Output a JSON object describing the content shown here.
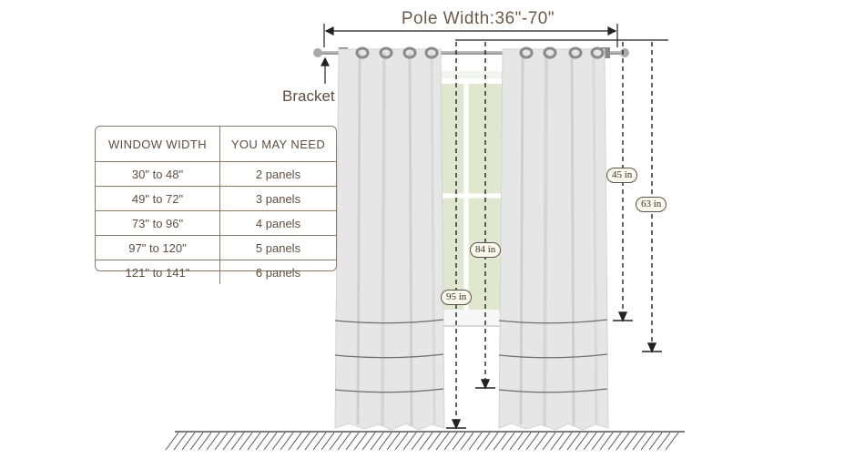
{
  "pole_width_label": "Pole Width:36\"-70\"",
  "bracket_label": "Bracket",
  "table": {
    "headers": [
      "WINDOW WIDTH",
      "YOU MAY NEED"
    ],
    "rows": [
      [
        "30\" to 48\"",
        "2 panels"
      ],
      [
        "49\" to 72\"",
        "3 panels"
      ],
      [
        "73\" to 96\"",
        "4 panels"
      ],
      [
        "97\" to 120\"",
        "5 panels"
      ],
      [
        "121\" to 141\"",
        "6 panels"
      ]
    ]
  },
  "length_labels": {
    "l95": "95 in",
    "l84": "84 in",
    "l45": "45 in",
    "l63": "63 in"
  },
  "colors": {
    "text_brown": "#6b5a4a",
    "table_border": "#8c7a66",
    "curtain": "#e6e6e6",
    "tag_fill": "#fbf8ea"
  }
}
